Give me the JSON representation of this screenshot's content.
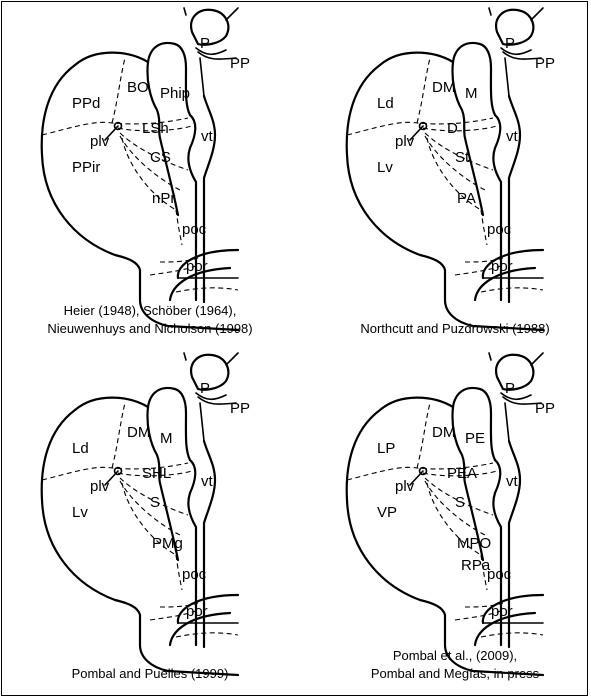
{
  "panels": [
    {
      "caption": [
        "Heier (1948), Schöber (1964),",
        "Nieuwenhuys and Nicholson (1998)"
      ],
      "labels": {
        "p": "P",
        "pp": "PP",
        "upper_left": "PPd",
        "upper_mid": "BO",
        "upper_right": "Phip",
        "plv": "plv",
        "lower_left": "PPir",
        "band1": "LSh",
        "band2": "CS",
        "band3": "nPr",
        "band4": "",
        "poc": "poc",
        "vt": "vt",
        "por": "por"
      }
    },
    {
      "caption": [
        "",
        "Northcutt and Puzdrowski (1988)"
      ],
      "labels": {
        "p": "P",
        "pp": "PP",
        "upper_left": "Ld",
        "upper_mid": "DM",
        "upper_right": "M",
        "plv": "plv",
        "lower_left": "Lv",
        "band1": "D",
        "band2": "St",
        "band3": "PA",
        "band4": "",
        "poc": "poc",
        "vt": "vt",
        "por": "por"
      }
    },
    {
      "caption": [
        "",
        "Pombal and Puelles (1999)"
      ],
      "labels": {
        "p": "P",
        "pp": "PP",
        "upper_left": "Ld",
        "upper_mid": "DM",
        "upper_right": "M",
        "plv": "plv",
        "lower_left": "Lv",
        "band1": "SHL",
        "band2": "S",
        "band3": "PMg",
        "band4": "",
        "poc": "poc",
        "vt": "vt",
        "por": "por"
      }
    },
    {
      "caption": [
        "Pombal et al., (2009),",
        "Pombal and Megías, in press"
      ],
      "labels": {
        "p": "P",
        "pp": "PP",
        "upper_left": "LP",
        "upper_mid": "DM",
        "upper_right": "PE",
        "plv": "plv",
        "lower_left": "VP",
        "band1": "PEA",
        "band2": "S",
        "band3": "MPO",
        "band4": "RPa",
        "poc": "poc",
        "vt": "vt",
        "por": "por"
      }
    }
  ]
}
